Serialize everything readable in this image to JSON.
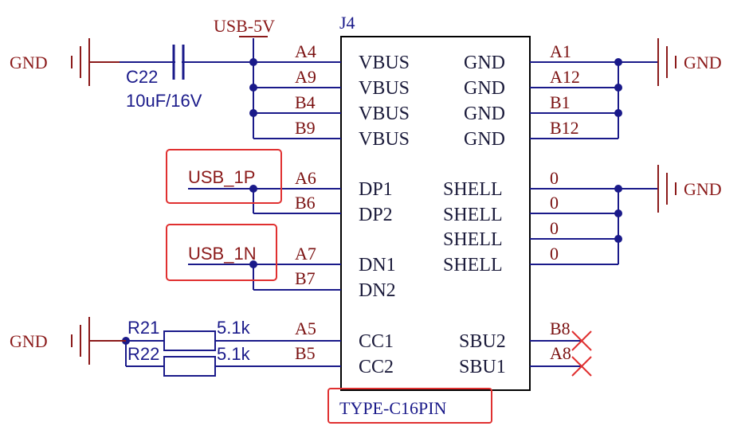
{
  "component": {
    "designator": "J4",
    "part_name": "TYPE-C16PIN",
    "left_pins": [
      {
        "pin": "A4",
        "name": "VBUS"
      },
      {
        "pin": "A9",
        "name": "VBUS"
      },
      {
        "pin": "B4",
        "name": "VBUS"
      },
      {
        "pin": "B9",
        "name": "VBUS"
      },
      {
        "pin": "A6",
        "name": "DP1"
      },
      {
        "pin": "B6",
        "name": "DP2"
      },
      {
        "pin": "A7",
        "name": "DN1"
      },
      {
        "pin": "B7",
        "name": "DN2"
      },
      {
        "pin": "A5",
        "name": "CC1"
      },
      {
        "pin": "B5",
        "name": "CC2"
      }
    ],
    "right_pins": [
      {
        "pin": "A1",
        "name": "GND"
      },
      {
        "pin": "A12",
        "name": "GND"
      },
      {
        "pin": "B1",
        "name": "GND"
      },
      {
        "pin": "B12",
        "name": "GND"
      },
      {
        "pin": "0",
        "name": "SHELL"
      },
      {
        "pin": "0",
        "name": "SHELL"
      },
      {
        "pin": "0",
        "name": "SHELL"
      },
      {
        "pin": "0",
        "name": "SHELL"
      },
      {
        "pin": "B8",
        "name": "SBU2"
      },
      {
        "pin": "A8",
        "name": "SBU1"
      }
    ]
  },
  "nets": {
    "power": "USB-5V",
    "dp": "USB_1P",
    "dn": "USB_1N",
    "gnd": "GND"
  },
  "parts": {
    "c22_ref": "C22",
    "c22_val": "10uF/16V",
    "r21_ref": "R21",
    "r21_val": "5.1k",
    "r22_ref": "R22",
    "r22_val": "5.1k"
  },
  "colors": {
    "wire": "#1a1a8a",
    "junction": "#1a1a8a",
    "power": "#8b1a1a",
    "highlight": "#e03030",
    "nc": "#e03030",
    "body": "#000000"
  }
}
